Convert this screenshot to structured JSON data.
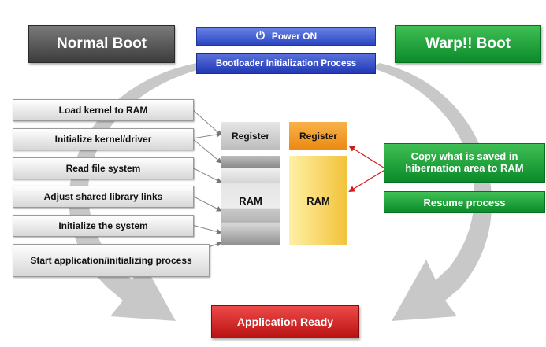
{
  "headers": {
    "normal": "Normal Boot",
    "warp": "Warp!! Boot"
  },
  "top": {
    "power_icon": "power-icon",
    "power": "Power ON",
    "bootloader": "Bootloader Initialization Process"
  },
  "normal_steps": [
    "Load kernel to RAM",
    "Initialize kernel/driver",
    "Read file system",
    "Adjust shared library links",
    "Initialize the system",
    "Start application/initializing process"
  ],
  "memory": {
    "normal_register": "Register",
    "normal_ram": "RAM",
    "warp_register": "Register",
    "warp_ram": "RAM"
  },
  "warp_steps": {
    "copy": "Copy what is saved in hibernation area to RAM",
    "resume": "Resume process"
  },
  "result": {
    "ready": "Application Ready"
  },
  "colors": {
    "normal": "#4a4a4a",
    "warp": "#129a35",
    "power": "#2b45c2",
    "ready": "#d01f1f",
    "register_warp": "#f09a23",
    "ram_warp": "#f5d35a"
  }
}
